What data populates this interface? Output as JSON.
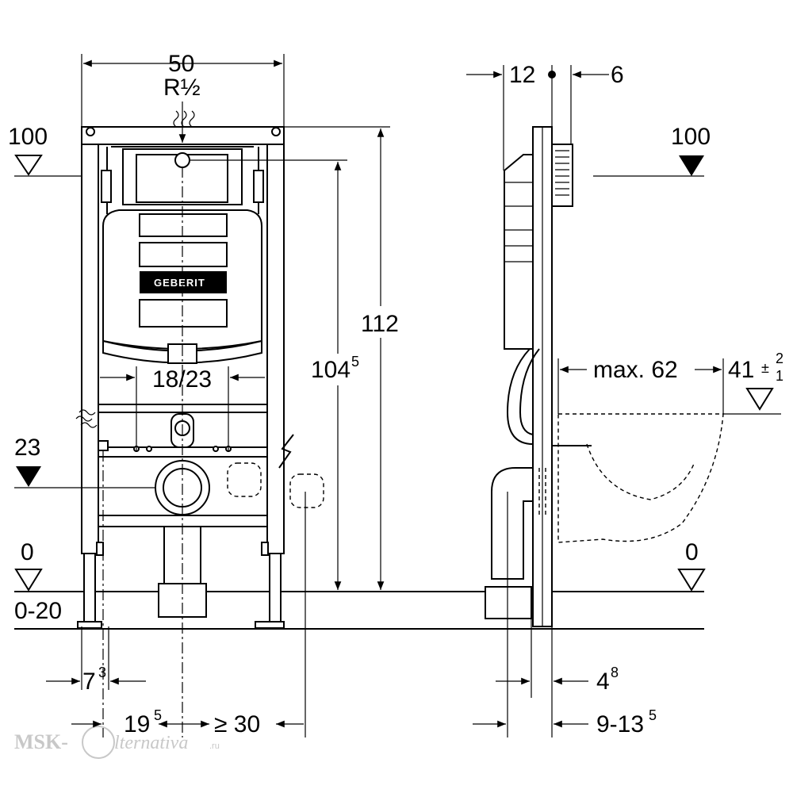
{
  "front_view": {
    "width_label": "50",
    "thread_label": "R½",
    "height_total_label": "112",
    "height_inlet_label": "104",
    "height_inlet_sup": "5",
    "flush_width_label": "18/23",
    "level_top_label": "100",
    "level_mid_label": "23",
    "level_floor_label": "0",
    "floor_range_label": "0-20",
    "offset_label": "7",
    "offset_sup": "3",
    "side_label": "19",
    "side_sup": "5",
    "min_clear_label": "≥ 30",
    "logo_text": "GEBERIT"
  },
  "side_view": {
    "dim_12_label": "12",
    "dim_6_label": "6",
    "level_top_label": "100",
    "reach_label": "max. 62",
    "rim_height_label": "41",
    "rim_tol_plus": "2",
    "rim_tol_minus": "1",
    "level_floor_label": "0",
    "depth_label": "4",
    "depth_sup": "8",
    "range_label": "9-13",
    "range_sup": "5"
  },
  "watermark": {
    "prefix": "MSK-",
    "script": "lternativa",
    "suffix": ".ru"
  }
}
